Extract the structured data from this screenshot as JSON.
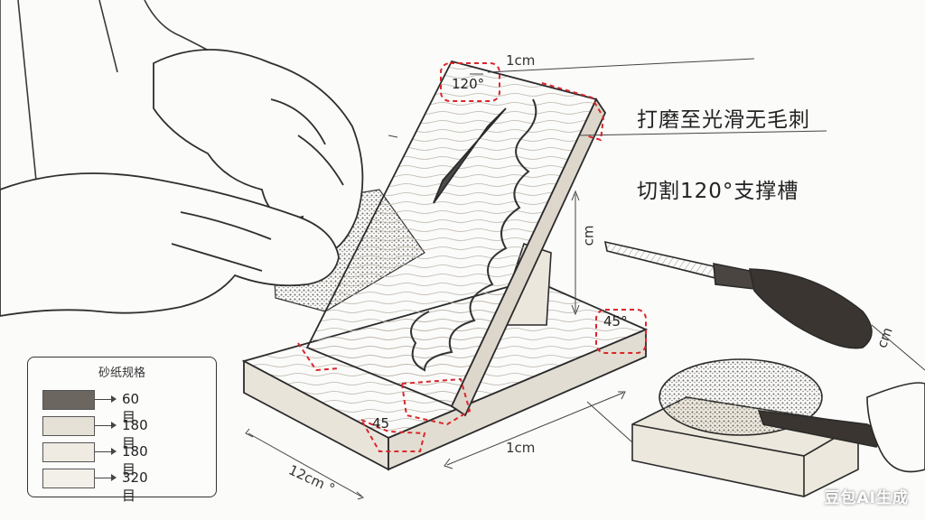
{
  "labels": {
    "top_dim": "1cm",
    "angle_top": "120°",
    "polish_note": "打磨至光滑无毛刺",
    "cut_note": "切割120°支撑槽",
    "vertical_dim": "cm",
    "angle_right": "45°",
    "angle_left": "45",
    "bottom_dim": "1cm",
    "left_dim": "12cm °",
    "chisel_dim": "cm"
  },
  "legend": {
    "title": "砂纸规格",
    "items": [
      {
        "label": "60目"
      },
      {
        "label": "180目"
      },
      {
        "label": "180目"
      },
      {
        "label": "320目"
      }
    ]
  },
  "watermark": "豆包AI生成",
  "colors": {
    "dashed_marks": "#d9262b",
    "ink": "#2a2a2a",
    "paper": "#fbfbfa"
  }
}
